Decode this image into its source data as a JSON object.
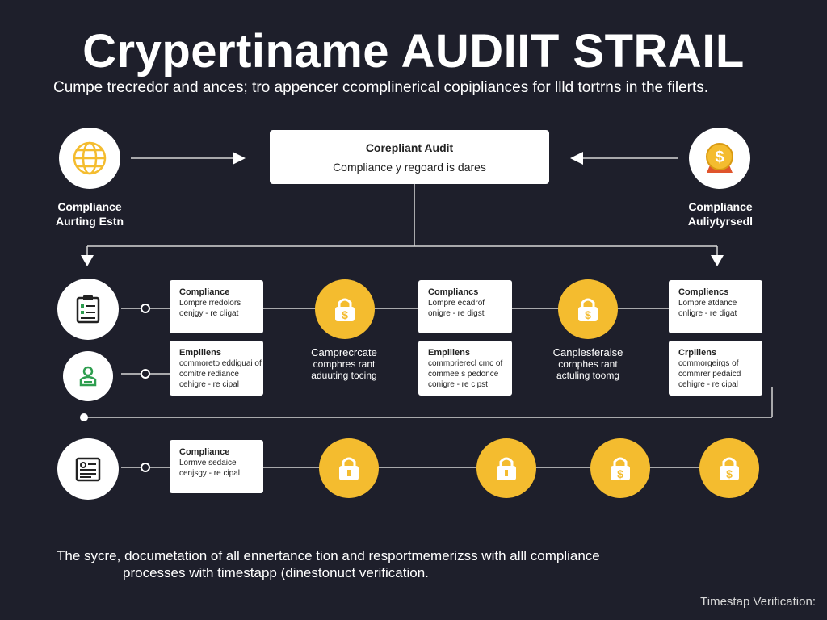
{
  "header": {
    "title": "Crypertiname AUDIIT STRAIL",
    "subtitle": "Cumpe trecredor and ances; tro appencer ccomplinerical copipliances for llld tortrns in the filerts."
  },
  "top": {
    "left_label_1": "Compliance",
    "left_label_2": "Aurting Estn",
    "right_label_1": "Compliance",
    "right_label_2": "Auliytyrsedl",
    "box_title": "Corepliant Audit",
    "box_text": "Compliance y regoard is dares"
  },
  "cards": {
    "r1c1": {
      "title": "Compliance",
      "line1": "Lompre rredolors",
      "line2": "oenjgy - re cligat"
    },
    "r1c2": {
      "title": "Compliancs",
      "line1": "Lompre ecadrof",
      "line2": "onigre - re digst"
    },
    "r1c3": {
      "title": "Compliencs",
      "line1": "Lompre atdance",
      "line2": "onligre - re digat"
    },
    "r2c1": {
      "title": "Emplliens",
      "line1": "commoreto eddiguai of",
      "line2": "comitre rediance",
      "line3": "cehigre - re cipal"
    },
    "r2c2": {
      "title": "Emplliens",
      "line1": "commprierecl cmc of",
      "line2": "commee s pedonce",
      "line3": "conigre - re cipst"
    },
    "r2c3": {
      "title": "Crplliens",
      "line1": "commorgeirgs of",
      "line2": "commrer pedaicd",
      "line3": "cehigre - re cipal"
    },
    "r3c1": {
      "title": "Compliance",
      "line1": "Lormve sedaice",
      "line2": "cenjsgy - re cipal"
    }
  },
  "mid_labels": {
    "m1": {
      "title": "Camprecrcate",
      "line1": "comphres rant",
      "line2": "aduuting tocing"
    },
    "m2": {
      "title": "Canplesferaise",
      "line1": "cornphes rant",
      "line2": "actuling toomg"
    }
  },
  "footer": {
    "line1": "The sycre, documetation of all ennertance tion and resportmemerizss with alll compliance",
    "line2": "processes with timestapp (dinestonuct verification."
  },
  "stamp": "Timestap Verification:",
  "colors": {
    "background": "#1e1f2b",
    "accent": "#f4bc2f",
    "card": "#ffffff"
  }
}
